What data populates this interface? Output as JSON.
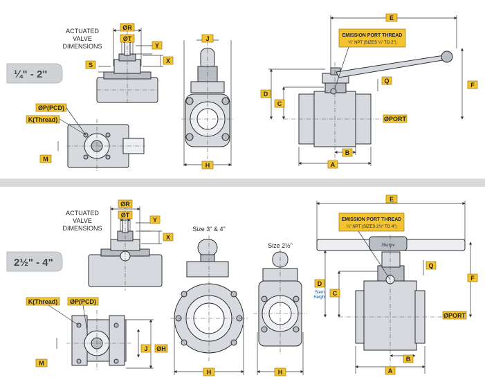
{
  "sections": [
    {
      "size_label": "¼\" - 2\"",
      "actuated_title": [
        "ACTUATED",
        "VALVE",
        "DIMENSIONS"
      ],
      "dims": {
        "dia_r": "ØR",
        "dia_t": "ØT",
        "y": "Y",
        "x": "X",
        "s": "S",
        "p_pcd": "ØP(PCD)",
        "k_thread": "K(Thread)",
        "m": "M",
        "j": "J",
        "h": "H",
        "e": "E",
        "d": "D",
        "c": "C",
        "f": "F",
        "q": "Q",
        "port": "ØPORT",
        "b": "B",
        "a": "A"
      },
      "emission": {
        "title": "EMISSION PORT THREAD",
        "sub": "¼\" NPT (SIZES ¼\" TO 2\")"
      }
    },
    {
      "size_label": "2½\" - 4\"",
      "actuated_title": [
        "ACTUATED",
        "VALVE",
        "DIMENSIONS"
      ],
      "dims": {
        "dia_r": "ØR",
        "dia_t": "ØT",
        "y": "Y",
        "x": "X",
        "k_thread": "K(Thread)",
        "p_pcd": "ØP(PCD)",
        "m": "M",
        "j": "J",
        "dia_h": "ØH",
        "h_left": "H",
        "h_right": "H",
        "e": "E",
        "d": "D",
        "c": "C",
        "f": "F",
        "q": "Q",
        "port": "ØPORT",
        "b": "B",
        "a": "A"
      },
      "view_labels": {
        "size34": "Size 3\" & 4\"",
        "size212": "Size 2½\""
      },
      "stem_height": [
        "Stem",
        "Height"
      ],
      "emission": {
        "title": "EMISSION PORT THREAD",
        "sub": "¼\" NPT (SIZES 2½\" TO 4\")"
      },
      "brand_mark": "Sharpe"
    }
  ],
  "colors": {
    "tag": "#f4c430",
    "divider": "#d9d9d9",
    "metal": "#d6d9de",
    "ink": "#2c2c2c"
  }
}
